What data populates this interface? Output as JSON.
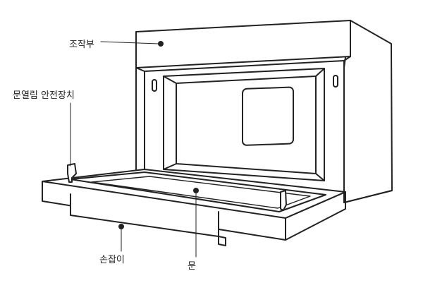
{
  "labels": {
    "control_panel": "조작부",
    "door_safety_lock": "문열림 안전장치",
    "handle": "손잡이",
    "door": "문"
  },
  "colors": {
    "line": "#222222",
    "background": "#ffffff"
  }
}
